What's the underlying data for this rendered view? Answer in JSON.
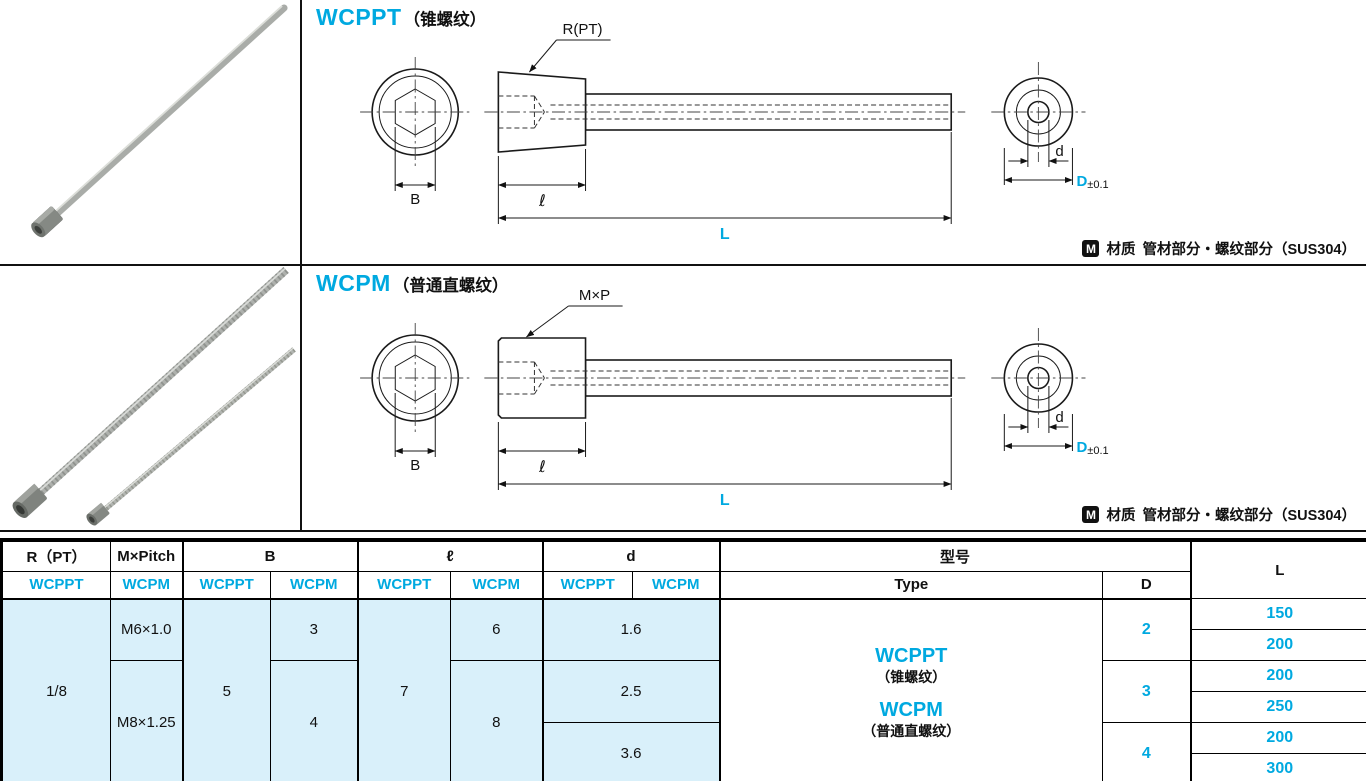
{
  "colors": {
    "accent": "#00a9e0",
    "row_bg": "#d9f0fa"
  },
  "dims": {
    "b": "B",
    "ell": "ℓ",
    "L": "L",
    "d": "d",
    "D": "D",
    "tol": "±0.1"
  },
  "material": {
    "icon": "M",
    "label": "材质",
    "text": "管材部分・螺纹部分（SUS304）"
  },
  "wcppt": {
    "title": "WCPPT",
    "subtitle": "（锥螺纹）",
    "leader": "R(PT)"
  },
  "wcpm": {
    "title": "WCPM",
    "subtitle": "（普通直螺纹）",
    "leader": "M×P"
  },
  "table": {
    "h1": {
      "rpt": "R（PT）",
      "mpitch": "M×Pitch",
      "b": "B",
      "ell": "ℓ",
      "d": "d",
      "model": "型号",
      "L": "L"
    },
    "h2": {
      "wcppt": "WCPPT",
      "wcpm": "WCPM",
      "type": "Type",
      "D": "D"
    },
    "rpt": "1/8",
    "m": [
      "M6×1.0",
      "M8×1.25"
    ],
    "b_wcppt": "5",
    "b_wcpm": [
      "3",
      "4"
    ],
    "ell_wcppt": "7",
    "ell_wcpm": [
      "6",
      "8"
    ],
    "d": [
      "1.6",
      "2.5",
      "3.6"
    ],
    "type": {
      "l1": "WCPPT",
      "l2": "（锥螺纹）",
      "l3": "WCPM",
      "l4": "（普通直螺纹）"
    },
    "D": [
      "2",
      "3",
      "4"
    ],
    "L": [
      "150",
      "200",
      "200",
      "250",
      "200",
      "300"
    ]
  }
}
